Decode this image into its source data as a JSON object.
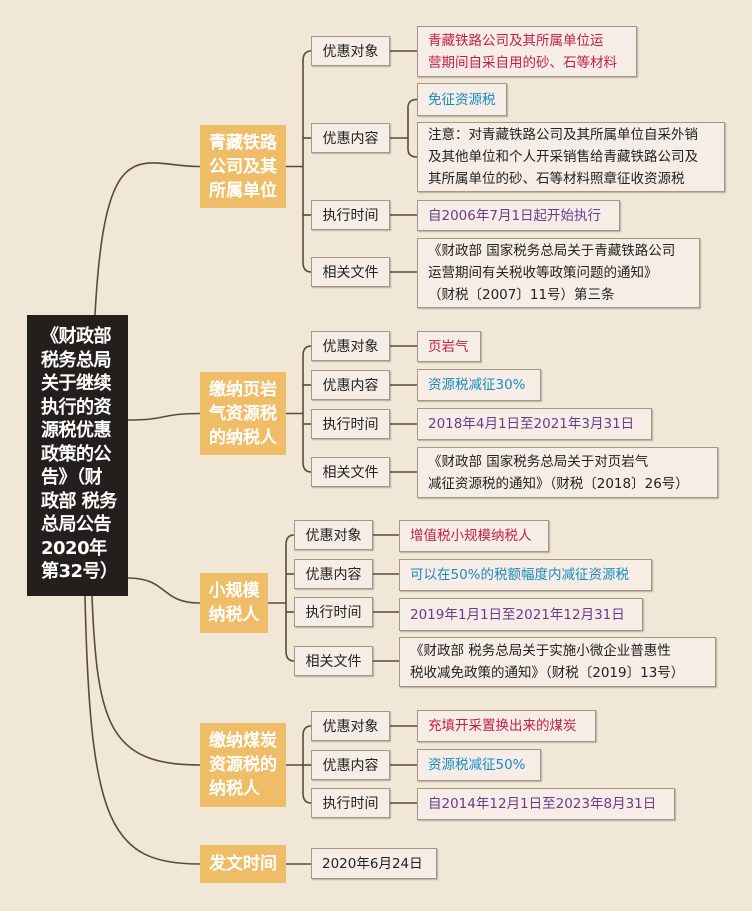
{
  "root": {
    "title": "《财政部\n税务总局\n关于继续\n执行的资\n源税优惠\n政策的公\n告》（财\n政部 税务\n总局公告\n2020年\n第32号）"
  },
  "colors": {
    "background": "#f1e7d7",
    "root": "#231f1c",
    "branch": "#efbd68",
    "red": "#c21f48",
    "blue": "#1b8bbf",
    "purple": "#6b3c8c",
    "black": "#222222"
  },
  "branches": [
    {
      "label": "青藏铁路\n公司及其\n所属单位",
      "items": [
        {
          "label": "优惠对象",
          "values": [
            {
              "text": "青藏铁路公司及其所属单位运\n营期间自采自用的砂、石等材料",
              "color": "#c21f48"
            }
          ]
        },
        {
          "label": "优惠内容",
          "values": [
            {
              "text": "免征资源税",
              "color": "#1b8bbf"
            },
            {
              "text": "注意：对青藏铁路公司及其所属单位自采外销\n及其他单位和个人开采销售给青藏铁路公司及\n其所属单位的砂、石等材料照章征收资源税",
              "color": "#222222"
            }
          ]
        },
        {
          "label": "执行时间",
          "values": [
            {
              "text": "自2006年7月1日起开始执行",
              "color": "#6b3c8c"
            }
          ]
        },
        {
          "label": "相关文件",
          "values": [
            {
              "text": "《财政部 国家税务总局关于青藏铁路公司\n运营期间有关税收等政策问题的通知》\n（财税〔2007〕11号）第三条",
              "color": "#222222"
            }
          ]
        }
      ]
    },
    {
      "label": "缴纳页岩\n气资源税\n的纳税人",
      "items": [
        {
          "label": "优惠对象",
          "values": [
            {
              "text": "页岩气",
              "color": "#c21f48"
            }
          ]
        },
        {
          "label": "优惠内容",
          "values": [
            {
              "text": "资源税减征30%",
              "color": "#1b8bbf"
            }
          ]
        },
        {
          "label": "执行时间",
          "values": [
            {
              "text": "2018年4月1日至2021年3月31日",
              "color": "#6b3c8c"
            }
          ]
        },
        {
          "label": "相关文件",
          "values": [
            {
              "text": "《财政部 国家税务总局关于对页岩气\n减征资源税的通知》（财税〔2018〕26号）",
              "color": "#222222"
            }
          ]
        }
      ]
    },
    {
      "label": "小规模\n纳税人",
      "items": [
        {
          "label": "优惠对象",
          "values": [
            {
              "text": "增值税小规模纳税人",
              "color": "#c21f48"
            }
          ]
        },
        {
          "label": "优惠内容",
          "values": [
            {
              "text": "可以在50%的税额幅度内减征资源税",
              "color": "#1b8bbf"
            }
          ]
        },
        {
          "label": "执行时间",
          "values": [
            {
              "text": "2019年1月1日至2021年12月31日",
              "color": "#6b3c8c"
            }
          ]
        },
        {
          "label": "相关文件",
          "values": [
            {
              "text": "《财政部 税务总局关于实施小微企业普惠性\n税收减免政策的通知》（财税〔2019〕13号）",
              "color": "#222222"
            }
          ]
        }
      ]
    },
    {
      "label": "缴纳煤炭\n资源税的\n纳税人",
      "items": [
        {
          "label": "优惠对象",
          "values": [
            {
              "text": "充填开采置换出来的煤炭",
              "color": "#c21f48"
            }
          ]
        },
        {
          "label": "优惠内容",
          "values": [
            {
              "text": "资源税减征50%",
              "color": "#1b8bbf"
            }
          ]
        },
        {
          "label": "执行时间",
          "values": [
            {
              "text": "自2014年12月1日至2023年8月31日",
              "color": "#6b3c8c"
            }
          ]
        }
      ]
    },
    {
      "label": "发文时间",
      "items": [
        {
          "values": [
            {
              "text": "2020年6月24日",
              "color": "#222222"
            }
          ]
        }
      ]
    }
  ]
}
